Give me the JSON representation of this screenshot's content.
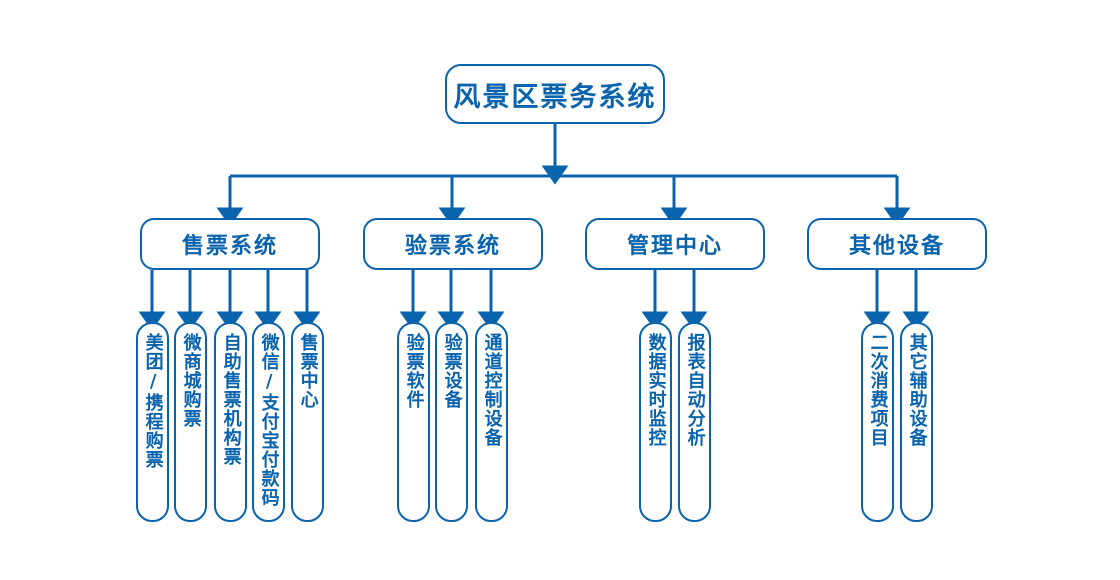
{
  "diagram": {
    "type": "organizational-tree",
    "title": "风景区票务系统",
    "orientation": "top-down",
    "colors": {
      "stroke": "#0a63ad",
      "text": "#0a63ad",
      "background": "#ffffff"
    },
    "root": {
      "label": "风景区票务系统"
    },
    "groups": [
      {
        "label": "售票系统",
        "children": [
          {
            "label": "美团/携程购票"
          },
          {
            "label": "微商城购票"
          },
          {
            "label": "自助售票机构票"
          },
          {
            "label": "微信/支付宝付款码"
          },
          {
            "label": "售票中心"
          }
        ]
      },
      {
        "label": "验票系统",
        "children": [
          {
            "label": "验票软件"
          },
          {
            "label": "验票设备"
          },
          {
            "label": "通道控制设备"
          }
        ]
      },
      {
        "label": "管理中心",
        "children": [
          {
            "label": "数据实时监控"
          },
          {
            "label": "报表自动分析"
          }
        ]
      },
      {
        "label": "其他设备",
        "children": [
          {
            "label": "二次消费项目"
          },
          {
            "label": "其它辅助设备"
          }
        ]
      }
    ]
  }
}
